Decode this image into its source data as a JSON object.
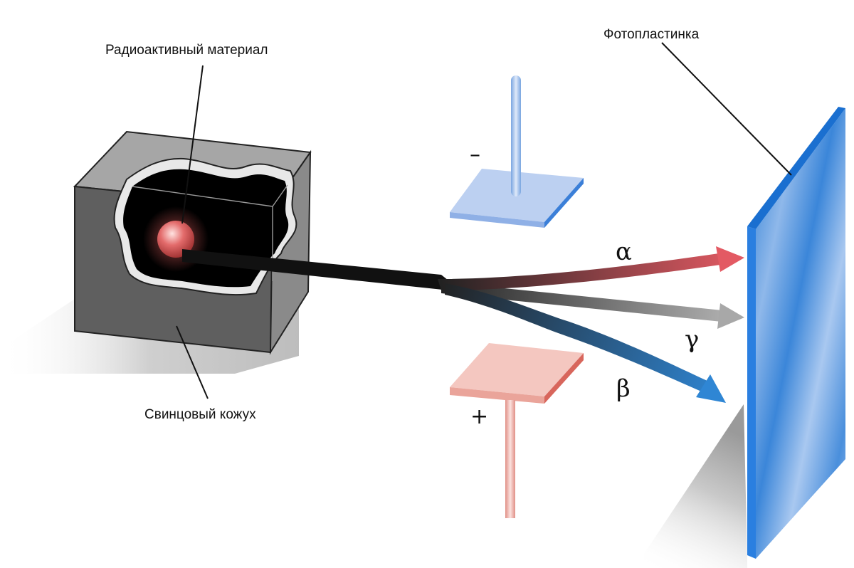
{
  "labels": {
    "material": "Радиоактивный материал",
    "shield": "Свинцовый кожух",
    "plate": "Фотопластинка"
  },
  "rays": {
    "alpha": "α",
    "gamma": "γ",
    "beta": "β"
  },
  "electrodes": {
    "negative": "–",
    "positive": "+"
  },
  "colors": {
    "alpha": "#d9545c",
    "gamma": "#9a9a9a",
    "beta": "#2f86d4",
    "negative_plate": "#b9cff0",
    "positive_plate": "#f2b9b0",
    "lead": "#6a6a6a",
    "film": "#3a8fe0"
  }
}
